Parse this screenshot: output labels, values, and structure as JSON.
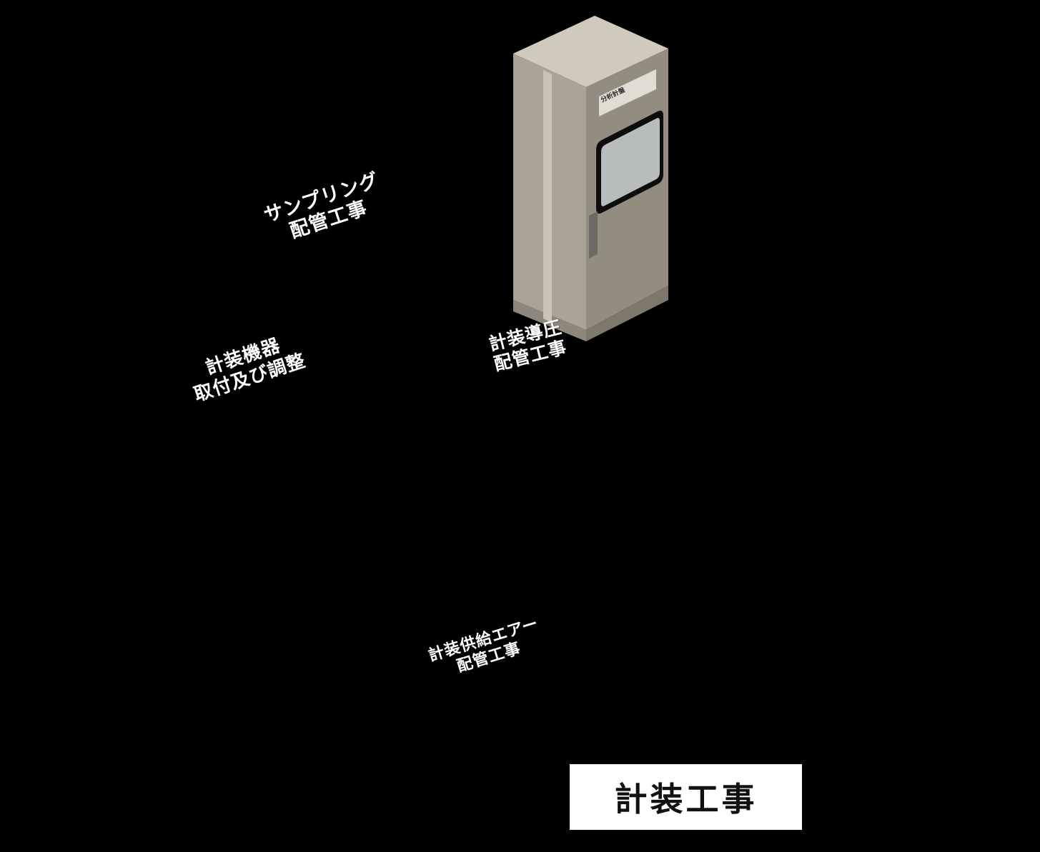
{
  "scene": {
    "title": "計装工事",
    "background_color": "#000000",
    "banner_color": "#b5700a",
    "banner_color_dark": "#8f5606",
    "banner_text_color": "#ffffff"
  },
  "title_box": {
    "label": "計装工事",
    "background": "#ffffff",
    "border": "#000000"
  },
  "callouts": [
    {
      "id": "sampling",
      "name": "sampling-piping-banner",
      "line1": "サンプリング",
      "line2": "配管工事",
      "text": "サンプリング\n配管工事"
    },
    {
      "id": "instrument-device",
      "name": "instrument-device-banner",
      "line1": "計装機器",
      "line2": "取付及び調整",
      "text": "計装機器\n取付及び調整"
    },
    {
      "id": "impulse",
      "name": "impulse-piping-banner",
      "line1": "計装導圧",
      "line2": "配管工事",
      "text": "計装導圧\n配管工事"
    },
    {
      "id": "supply-air",
      "name": "supply-air-piping-banner",
      "line1": "計装供給エアー",
      "line2": "配管工事",
      "text": "計装供給エアー\n配管工事"
    }
  ],
  "equipment": {
    "analyzer_cabinet": {
      "nameplate": "分析計盤",
      "body_color": "#b3ac9e",
      "window_color": "#b9bcbd"
    },
    "transmitter": {
      "color": "#0f7a63",
      "label": ""
    },
    "control_valve_actuator": {
      "color": "#2196cd"
    },
    "valve_handles": {
      "color": "#c1281f"
    },
    "tubing": {
      "color": "#d9c3a9"
    },
    "pipe": {
      "color": "#8f9396"
    },
    "column": {
      "color": "#878a8c"
    }
  },
  "workers": [
    {
      "id": "w1",
      "name": "worker-standing-sampling",
      "helmet": "#f5c400",
      "uniform": "#1c1c20"
    },
    {
      "id": "w2",
      "name": "worker-supervisor-white-helmet",
      "helmet": "#ffffff",
      "uniform": "#4a4d52"
    },
    {
      "id": "w3",
      "name": "worker-kneeling-impulse",
      "helmet": "#f5c400",
      "uniform": "#1a1a1e"
    },
    {
      "id": "w4",
      "name": "worker-kneeling-air-piping",
      "helmet": "#f5c400",
      "uniform": "#20242c"
    }
  ]
}
